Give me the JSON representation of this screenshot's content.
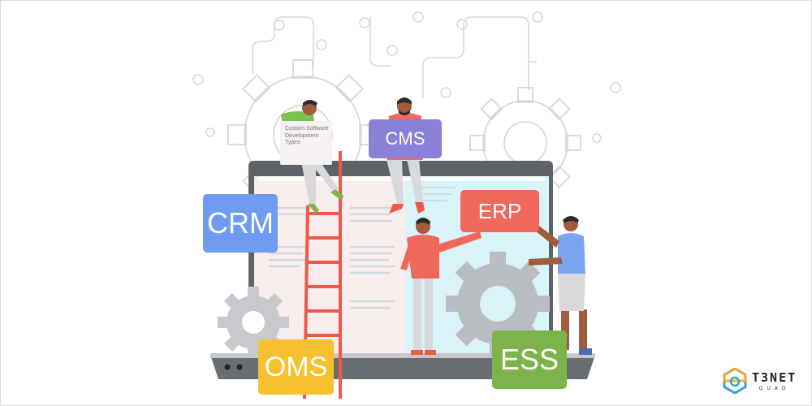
{
  "tags": {
    "crm": "CRM",
    "cms": "CMS",
    "erp": "ERP",
    "oms": "OMS",
    "ess": "ESS"
  },
  "sign_text": "Custom Software Development Types",
  "brand": {
    "word": "T3NET",
    "sub": "QUAD",
    "icon": "hexagon-tq-logo-icon"
  },
  "colors": {
    "crm": "#6f9cf2",
    "cms": "#8a80d8",
    "erp": "#f0685a",
    "oms": "#f7c02e",
    "ess": "#7cb44b",
    "ladder": "#ef5a48",
    "gear": "#c7c9cc"
  }
}
